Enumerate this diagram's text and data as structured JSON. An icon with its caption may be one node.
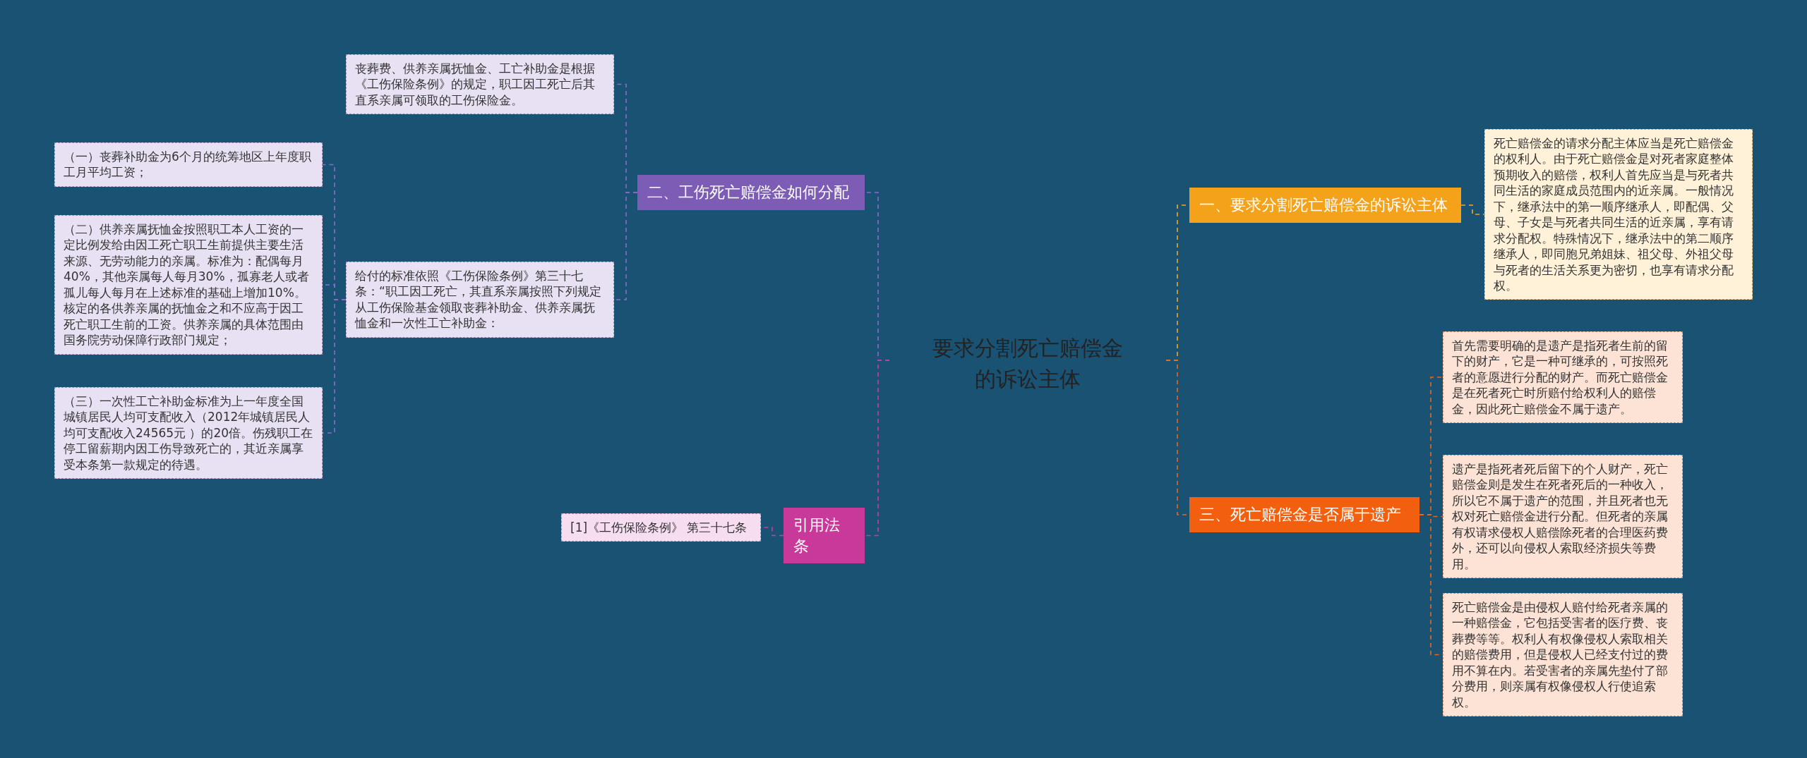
{
  "diagram": {
    "nodes": [
      {
        "text": [
          "要求分割死亡赔偿金的诉讼主体"
        ]
      },
      {
        "text": [
          "一、要求分割死亡赔偿金的诉讼主体"
        ]
      },
      {
        "text": [
          "死亡赔偿金的请求分配主体应当是死亡赔偿金的权利人。由于死亡赔偿金是对死者家庭整体预期收入的赔偿，权利人首先应当是与死者共同生活的家庭成员范围内的近亲属。一般情况下，继承法中的第一顺序继承人，即配偶、父母、子女是与死者共同生活的近亲属，享有请求分配权。特殊情况下，继承法中的第二顺序继承人，即同胞兄弟姐妹、祖父母、外祖父母与死者的生活关系更为密切，也享有请求分配权。"
        ]
      },
      {
        "text": [
          "二、工伤死亡赔偿金如何分配"
        ]
      },
      {
        "text": [
          "丧葬费、供养亲属抚恤金、工亡补助金是根据《工伤保险条例》的规定，职工因工死亡后其直系亲属可领取的工伤保险金。"
        ]
      },
      {
        "text": [
          "给付的标准依照《工伤保险条例》第三十七条：“职工因工死亡，其直系亲属按照下列规定从工伤保险基金领取丧葬补助金、供养亲属抚恤金和一次性工亡补助金："
        ]
      },
      {
        "text": [
          "（一）丧葬补助金为6个月的统筹地区上年度职工月平均工资；"
        ]
      },
      {
        "text": [
          "（二）供养亲属抚恤金按照职工本人工资的一定比例发给由因工死亡职工生前提供主要生活来源、无劳动能力的亲属。标准为：配偶每月40%，其他亲属每人每月30%，孤寡老人或者孤儿每人每月在上述标准的基础上增加10%。核定的各供养亲属的抚恤金之和不应高于因工死亡职工生前的工资。供养亲属的具体范围由国务院劳动保障行政部门规定；"
        ]
      },
      {
        "text": [
          "（三）一次性工亡补助金标准为上一年度全国城镇居民人均可支配收入（2012年城镇居民人均可支配收入24565元 ）的20倍。伤残职工在停工留薪期内因工伤导致死亡的，其近亲属享受本条第一款规定的待遇。"
        ]
      },
      {
        "text": [
          "三、死亡赔偿金是否属于遗产"
        ]
      },
      {
        "text": [
          "首先需要明确的是遗产是指死者生前的留下的财产，它是一种可继承的，可按照死者的意愿进行分配的财产。而死亡赔偿金是在死者死亡时所赔付给权利人的赔偿金，因此死亡赔偿金不属于遗产。"
        ]
      },
      {
        "text": [
          "遗产是指死者死后留下的个人财产，死亡赔偿金则是发生在死者死后的一种收入，所以它不属于遗产的范围，并且死者也无权对死亡赔偿金进行分配。但死者的亲属有权请求侵权人赔偿除死者的合理医药费外，还可以向侵权人索取经济损失等费用。"
        ]
      },
      {
        "text": [
          "死亡赔偿金是由侵权人赔付给死者亲属的一种赔偿金，它包括受害者的医疗费、丧葬费等等。权利人有权像侵权人索取相关的赔偿费用，但是侵权人已经支付过的费用不算在内。若受害者的亲属先垫付了部分费用，则亲属有权像侵权人行使追索权。"
        ]
      },
      {
        "text": [
          "引用法条"
        ]
      },
      {
        "text": [
          "[1]《工伤保险条例》 第三十七条"
        ]
      }
    ],
    "edges": [
      {
        "from": 0,
        "to": 1,
        "arrow": "none",
        "style": "dashed",
        "color": "#f5a623"
      },
      {
        "from": 1,
        "to": 2,
        "arrow": "none",
        "style": "dashed",
        "color": "#f5a623"
      },
      {
        "from": 0,
        "to": 3,
        "arrow": "none",
        "style": "dashed",
        "color": "#8a6cc8"
      },
      {
        "from": 3,
        "to": 4,
        "arrow": "none",
        "style": "dashed",
        "color": "#8a6cc8"
      },
      {
        "from": 3,
        "to": 5,
        "arrow": "none",
        "style": "dashed",
        "color": "#8a6cc8"
      },
      {
        "from": 5,
        "to": 6,
        "arrow": "none",
        "style": "dashed",
        "color": "#8a6cc8"
      },
      {
        "from": 5,
        "to": 7,
        "arrow": "none",
        "style": "dashed",
        "color": "#8a6cc8"
      },
      {
        "from": 5,
        "to": 8,
        "arrow": "none",
        "style": "dashed",
        "color": "#8a6cc8"
      },
      {
        "from": 0,
        "to": 9,
        "arrow": "none",
        "style": "dashed",
        "color": "#f0641a"
      },
      {
        "from": 9,
        "to": 10,
        "arrow": "none",
        "style": "dashed",
        "color": "#f0641a"
      },
      {
        "from": 9,
        "to": 11,
        "arrow": "none",
        "style": "dashed",
        "color": "#f0641a"
      },
      {
        "from": 9,
        "to": 12,
        "arrow": "none",
        "style": "dashed",
        "color": "#f0641a"
      },
      {
        "from": 0,
        "to": 13,
        "arrow": "none",
        "style": "dashed",
        "color": "#d03aa0"
      },
      {
        "from": 13,
        "to": 14,
        "arrow": "none",
        "style": "dashed",
        "color": "#d03aa0"
      }
    ]
  }
}
